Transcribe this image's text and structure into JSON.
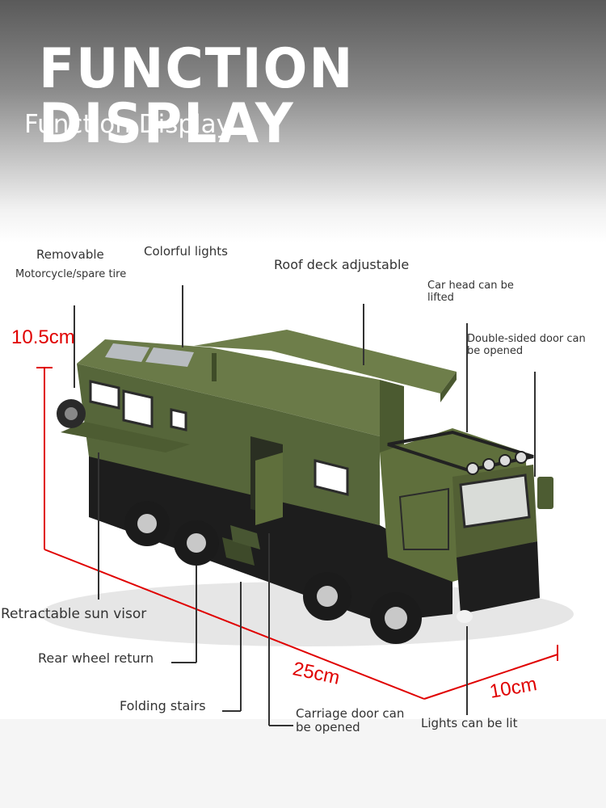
{
  "title": "FUNCTION DISPLAY",
  "subtitle": "Function Display",
  "labels": {
    "removable": "Removable",
    "motorcycle": "Motorcycle/spare tire",
    "colorful_lights": "Colorful lights",
    "roof_deck": "Roof deck adjustable",
    "car_head": "Car head can be lifted",
    "double_door": "Double-sided door can be opened",
    "sun_visor": "Retractable sun visor",
    "rear_wheel": "Rear wheel return",
    "folding_stairs": "Folding stairs",
    "carriage_door": "Carriage door can be opened",
    "lights_lit": "Lights can be lit"
  },
  "dimensions": {
    "height": "10.5cm",
    "length": "25cm",
    "width": "10cm"
  },
  "colors": {
    "truck_body": "#5b6b3a",
    "dimension_line": "#e00000"
  }
}
